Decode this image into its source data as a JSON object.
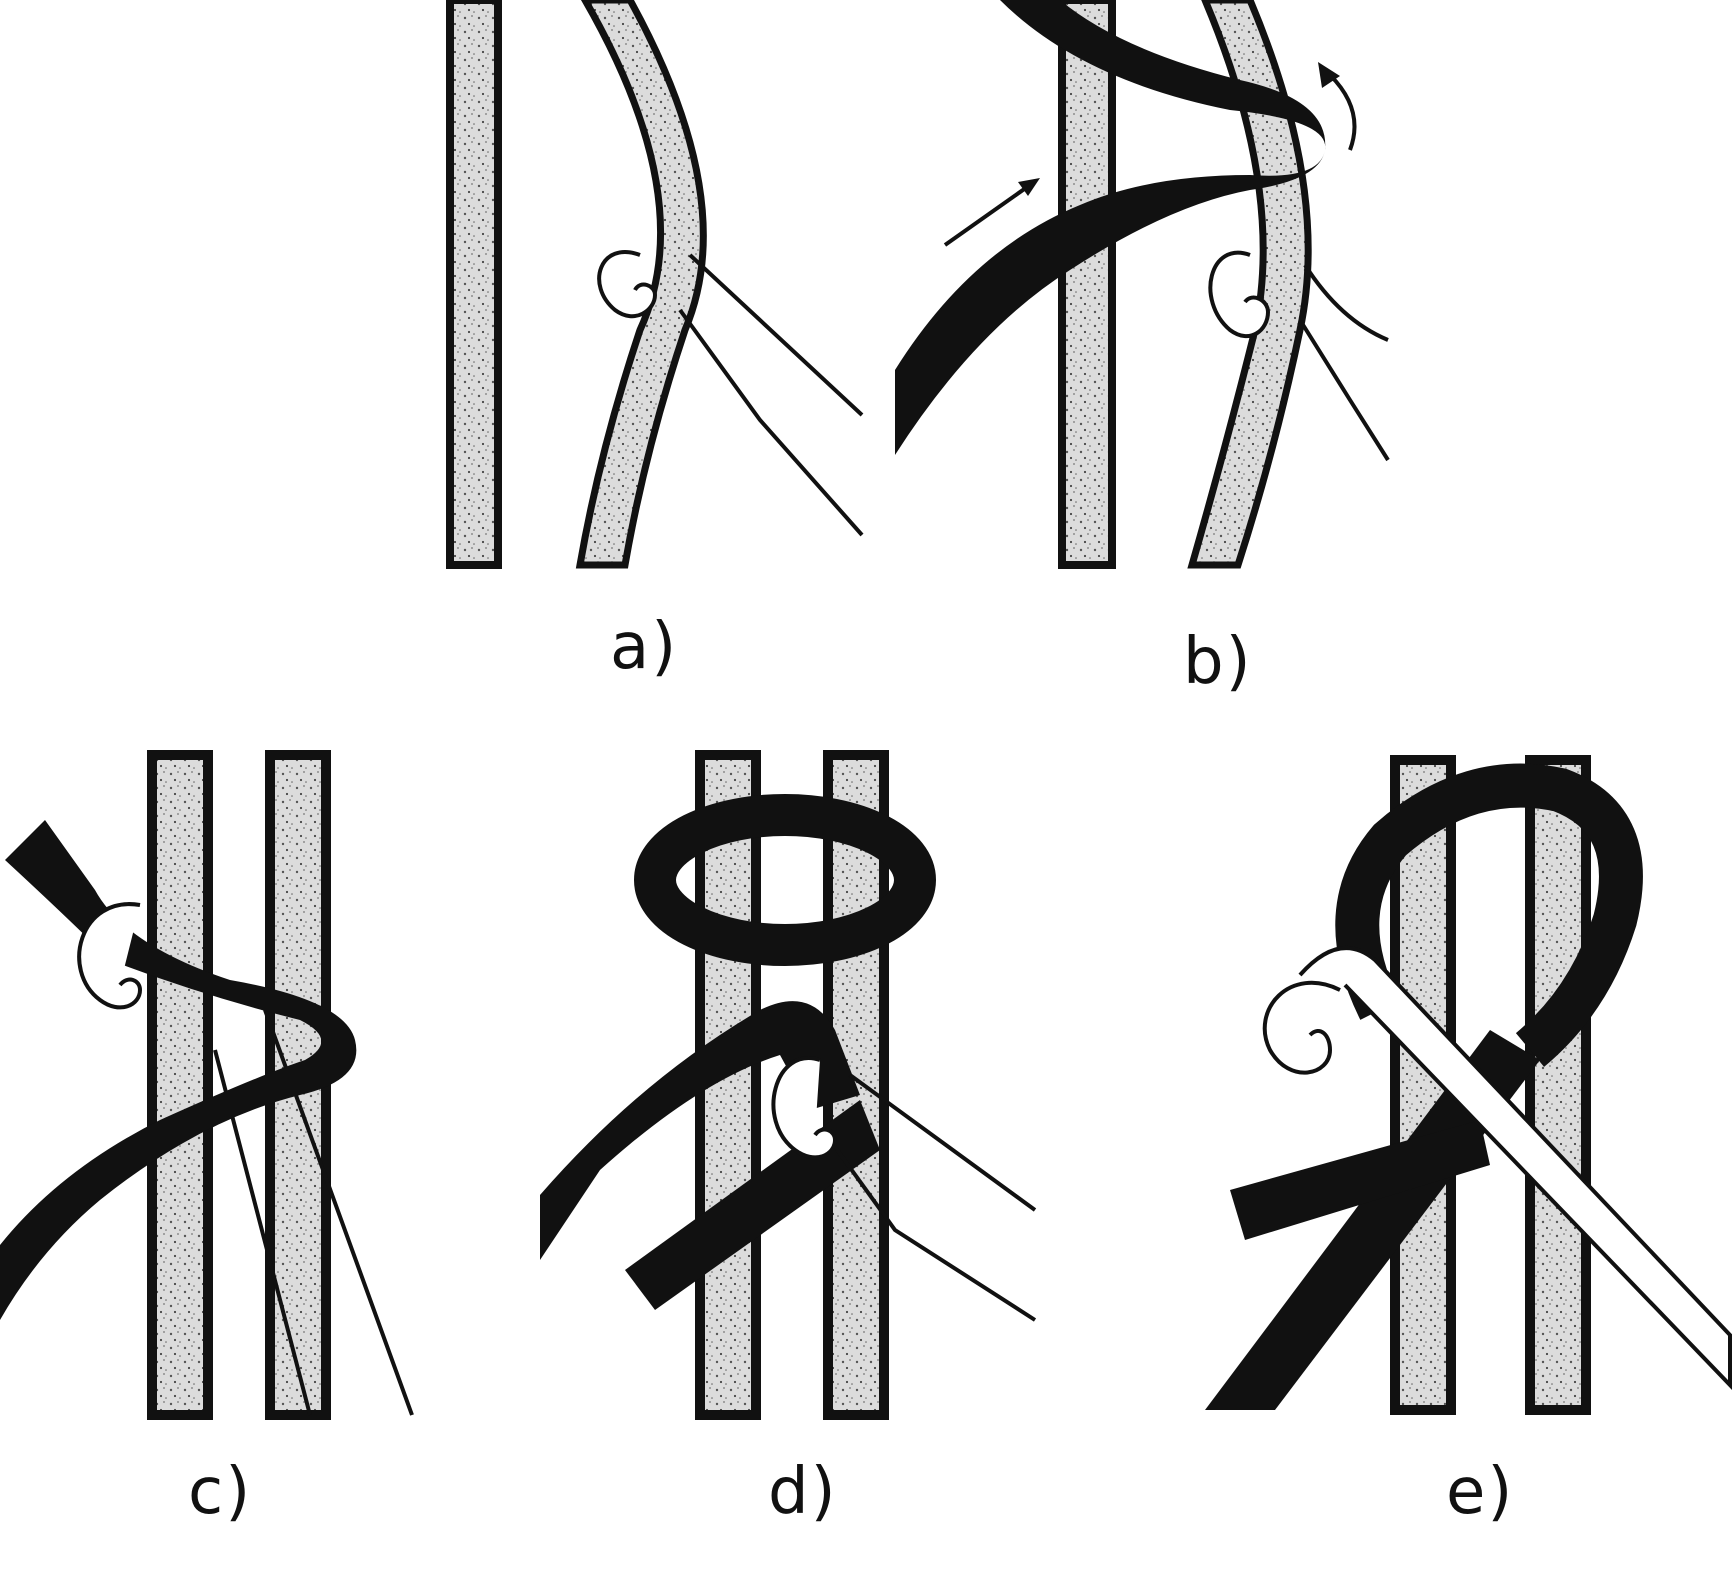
{
  "figure": {
    "colors": {
      "ink": "#111111",
      "rope": "#d9d9d9",
      "paper": "#ffffff"
    },
    "panels": [
      {
        "id": "a",
        "label": "a)"
      },
      {
        "id": "b",
        "label": "b)"
      },
      {
        "id": "c",
        "label": "c)"
      },
      {
        "id": "d",
        "label": "d)"
      },
      {
        "id": "e",
        "label": "e)"
      }
    ]
  }
}
